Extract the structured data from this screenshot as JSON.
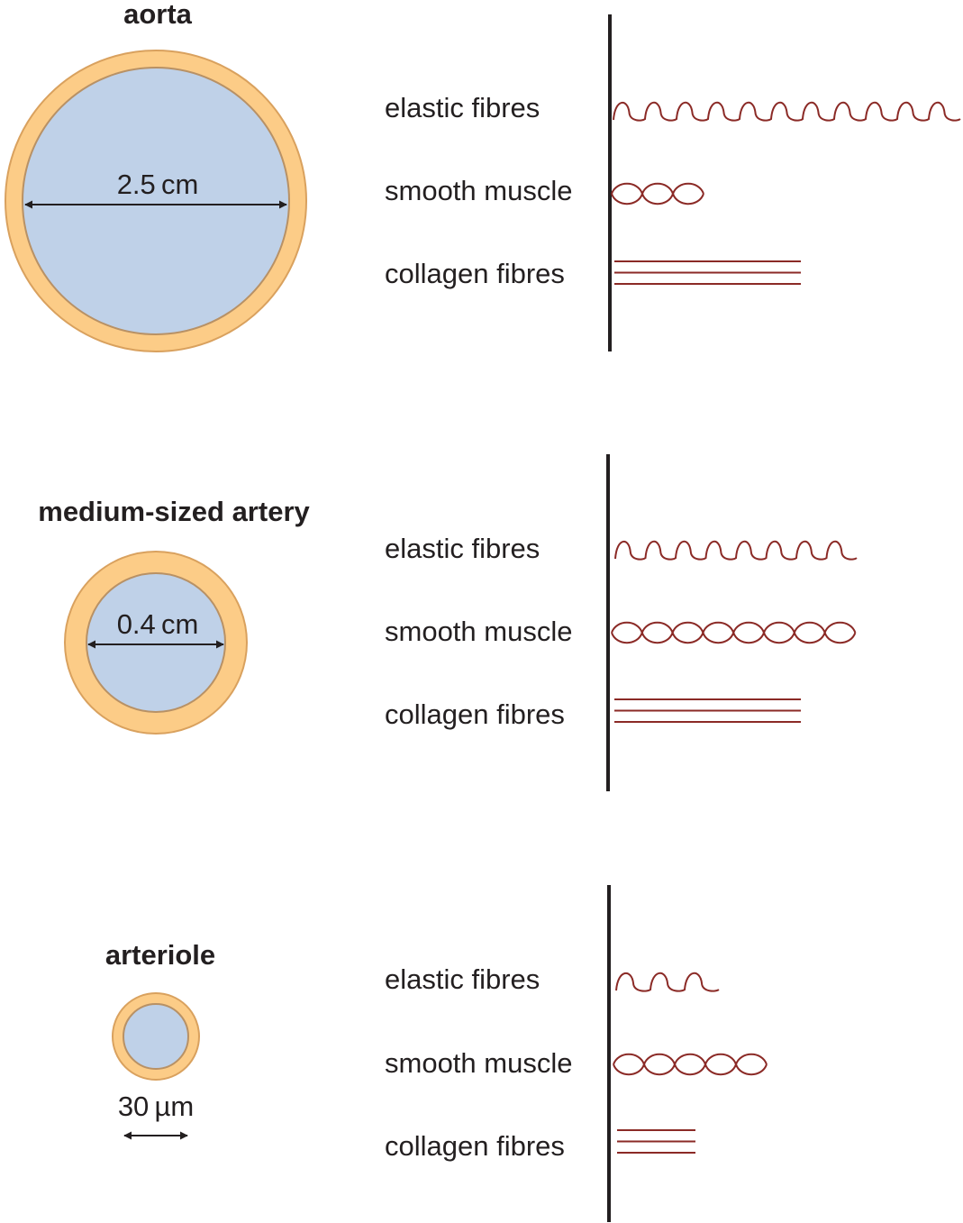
{
  "colors": {
    "wall": "#fccc87",
    "wall_stroke": "#d9a15e",
    "lumen": "#bfd1e8",
    "lumen_stroke": "#b89165",
    "fibre": "#8b2a26",
    "axis": "#231f20",
    "text": "#231f20"
  },
  "vessels": [
    {
      "name": "aorta",
      "diameter_label": "2.5 cm",
      "labels": {
        "elastic": "elastic fibres",
        "muscle": "smooth muscle",
        "collagen": "collagen fibres"
      },
      "amounts": {
        "elastic_waves": 11,
        "muscle_cells": 3,
        "collagen_lines": 3
      }
    },
    {
      "name": "medium-sized artery",
      "diameter_label": "0.4 cm",
      "labels": {
        "elastic": "elastic fibres",
        "muscle": "smooth muscle",
        "collagen": "collagen fibres"
      },
      "amounts": {
        "elastic_waves": 8,
        "muscle_cells": 8,
        "collagen_lines": 3
      }
    },
    {
      "name": "arteriole",
      "diameter_label": "30 µm",
      "labels": {
        "elastic": "elastic fibres",
        "muscle": "smooth muscle",
        "collagen": "collagen fibres"
      },
      "amounts": {
        "elastic_waves": 3,
        "muscle_cells": 5,
        "collagen_lines": 3
      }
    }
  ]
}
